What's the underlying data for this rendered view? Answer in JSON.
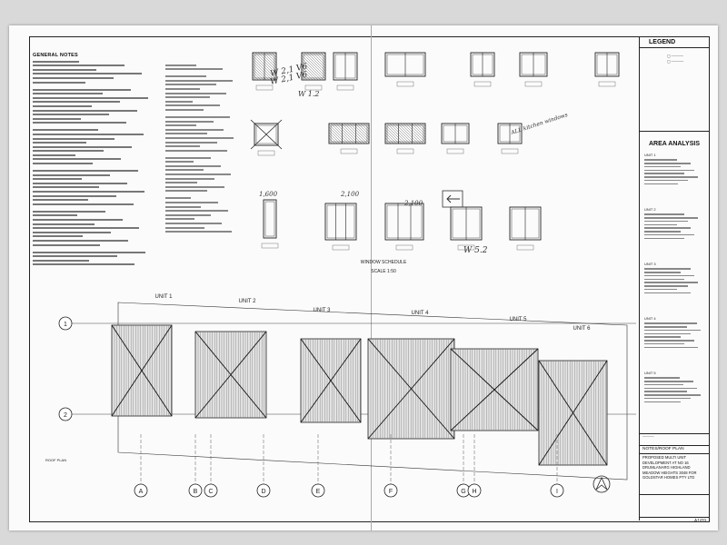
{
  "general_notes": {
    "title": "GENERAL NOTES"
  },
  "legend": {
    "title": "LEGEND"
  },
  "area_analysis": {
    "title": "AREA ANALYSIS",
    "units": [
      "UNIT 1",
      "UNIT 2",
      "UNIT 3",
      "UNIT 4",
      "UNIT 5"
    ]
  },
  "window_schedule": {
    "title": "WINDOW SCHEDULE",
    "scale": "SCALE 1:50"
  },
  "handwritten": {
    "w21v6a": "W 2,1 V6",
    "w21v6b": "W 2,1 V6",
    "w12": "W 1.2",
    "kitchen": "ALL kitchen windows",
    "w52": "W 5.2"
  },
  "dimensions": [
    "1,600",
    "2,100",
    "2,100"
  ],
  "roof_plan": {
    "units": [
      "UNIT 1",
      "UNIT 2",
      "UNIT 3",
      "UNIT 4",
      "UNIT 5",
      "UNIT 6"
    ],
    "grid_rows": [
      "1",
      "2"
    ],
    "grid_cols": [
      "A",
      "B",
      "C",
      "D",
      "E",
      "F",
      "G",
      "H",
      "I"
    ],
    "label": "ROOF PLAN"
  },
  "title_block": {
    "drawing_title": "NOTES/ROOF PLAN",
    "project": "PROPOSED MULTI UNIT DEVELOPMENT AT NO 16 DRUMLANARG HIGHLAND MEADOW HEIGHTS 3048 FOR GOLDSTAR HOMES PTY LTD",
    "sheet_no": "A1/09"
  }
}
